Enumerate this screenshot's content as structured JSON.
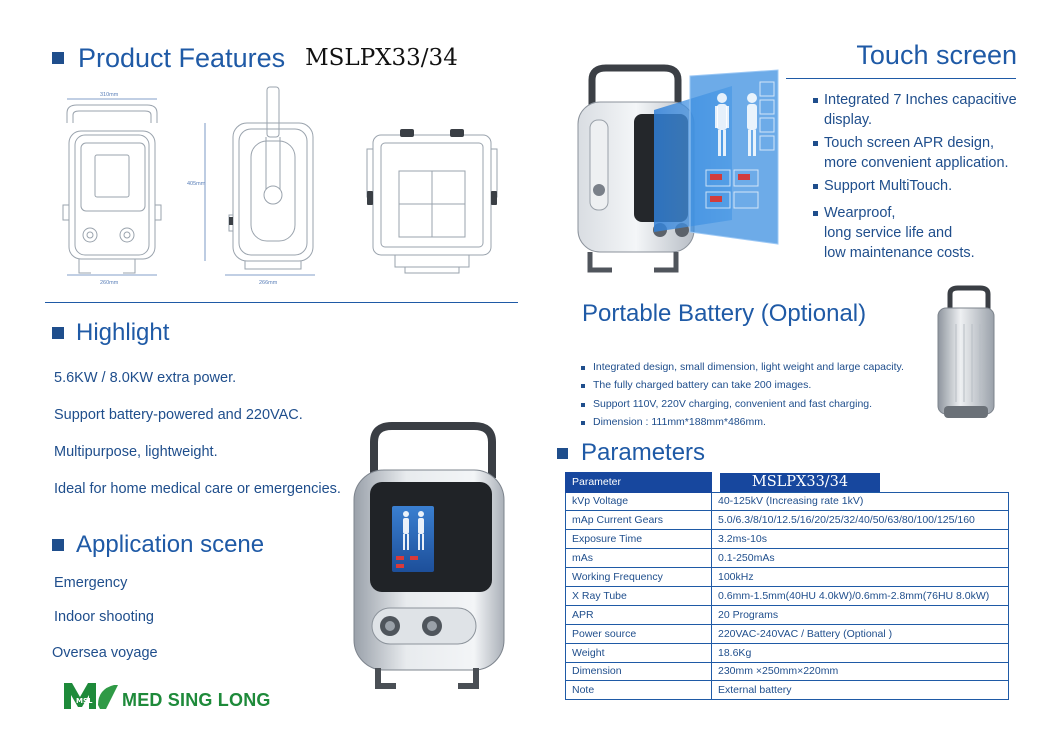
{
  "features": {
    "heading": "Product Features",
    "model": "MSLPX33/34"
  },
  "drawings": {
    "dim_width_top": "310mm",
    "dim_height": "405mm",
    "dim_width_front": "260mm",
    "dim_width_side": "266mm"
  },
  "touch": {
    "heading": "Touch screen",
    "items": [
      [
        "Integrated 7 Inches  capacitive",
        "display."
      ],
      [
        "Touch screen APR design,",
        "more convenient application."
      ],
      [
        "Support MultiTouch."
      ],
      [
        "Wearproof,",
        "long service life and",
        "low maintenance costs."
      ]
    ]
  },
  "highlight": {
    "heading": "Highlight",
    "items": [
      "5.6KW / 8.0KW extra power.",
      "Support battery-powered and 220VAC.",
      "Multipurpose, lightweight.",
      "Ideal for home medical care or emergencies."
    ]
  },
  "application": {
    "heading": "Application scene",
    "items": [
      "Emergency",
      "Indoor shooting",
      "Oversea voyage"
    ]
  },
  "battery": {
    "heading": "Portable Battery (Optional)",
    "items": [
      "Integrated design, small dimension, light weight and large capacity.",
      "The fully charged battery can take 200 images.",
      "Support 110V, 220V charging, convenient and fast charging.",
      "Dimension : 111mm*188mm*486mm."
    ]
  },
  "parameters": {
    "heading": "Parameters",
    "header_key": "Parameter",
    "header_value": "MSLPX33/34",
    "rows": [
      [
        "kVp Voltage",
        "40-125kV  (Increasing rate 1kV)"
      ],
      [
        "mAp Current Gears",
        "5.0/6.3/8/10/12.5/16/20/25/32/40/50/63/80/100/125/160"
      ],
      [
        "Exposure Time",
        "3.2ms-10s"
      ],
      [
        "mAs",
        "0.1-250mAs"
      ],
      [
        "Working Frequency",
        "100kHz"
      ],
      [
        "X Ray Tube",
        "0.6mm-1.5mm(40HU 4.0kW)/0.6mm-2.8mm(76HU 8.0kW)"
      ],
      [
        "APR",
        "20 Programs"
      ],
      [
        "Power source",
        "220VAC-240VAC / Battery (Optional )"
      ],
      [
        "Weight",
        "18.6Kg"
      ],
      [
        "Dimension",
        "230mm ×250mm×220mm"
      ],
      [
        "Note",
        "External battery"
      ]
    ]
  },
  "brand": {
    "name": "MED SING LONG",
    "mark": "MSL"
  },
  "colors": {
    "primary": "#1f5aa6",
    "table_header": "#17479e",
    "brand_green": "#1e8a3a"
  }
}
